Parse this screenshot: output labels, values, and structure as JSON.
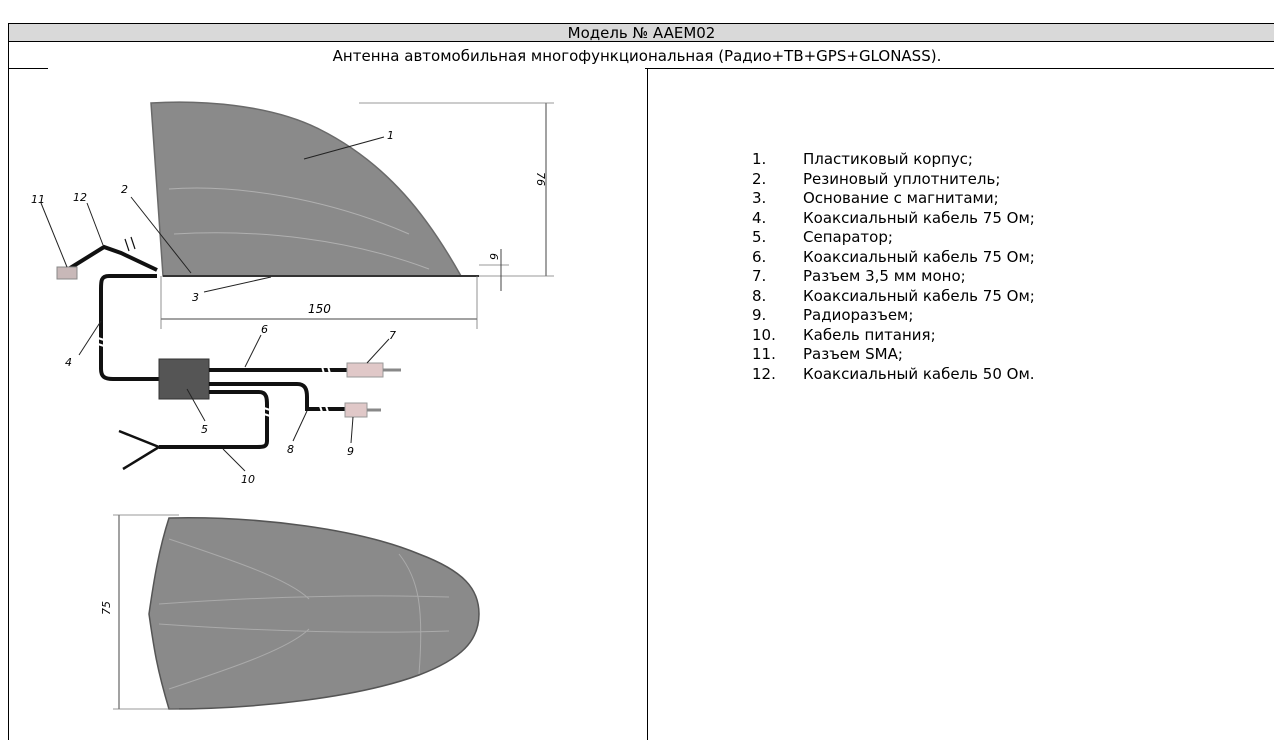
{
  "header": {
    "model": "Модель № AAEM02"
  },
  "subtitle": "Антенна автомобильная многофункциональная (Радио+ТВ+GPS+GLONASS).",
  "drawing": {
    "callouts": [
      "1",
      "2",
      "3",
      "4",
      "5",
      "6",
      "7",
      "8",
      "9",
      "10",
      "11",
      "12"
    ],
    "dimensions": {
      "height": "76",
      "base": "6",
      "length": "150",
      "width": "75"
    }
  },
  "legend": [
    {
      "num": "1.",
      "text": "Пластиковый корпус;"
    },
    {
      "num": "2.",
      "text": "Резиновый уплотнитель;"
    },
    {
      "num": "3.",
      "text": "Основание с магнитами;"
    },
    {
      "num": "4.",
      "text": "Коаксиальный кабель 75 Ом;"
    },
    {
      "num": "5.",
      "text": "Сепаратор;"
    },
    {
      "num": "6.",
      "text": "Коаксиальный кабель 75 Ом;"
    },
    {
      "num": "7.",
      "text": "Разъем 3,5 мм моно;"
    },
    {
      "num": "8.",
      "text": "Коаксиальный кабель 75 Ом;"
    },
    {
      "num": "9.",
      "text": "Радиоразъем;"
    },
    {
      "num": "10.",
      "text": "Кабель питания;"
    },
    {
      "num": "11.",
      "text": "Разъем SMA;"
    },
    {
      "num": "12.",
      "text": "Коаксиальный кабель 50 Ом."
    }
  ]
}
